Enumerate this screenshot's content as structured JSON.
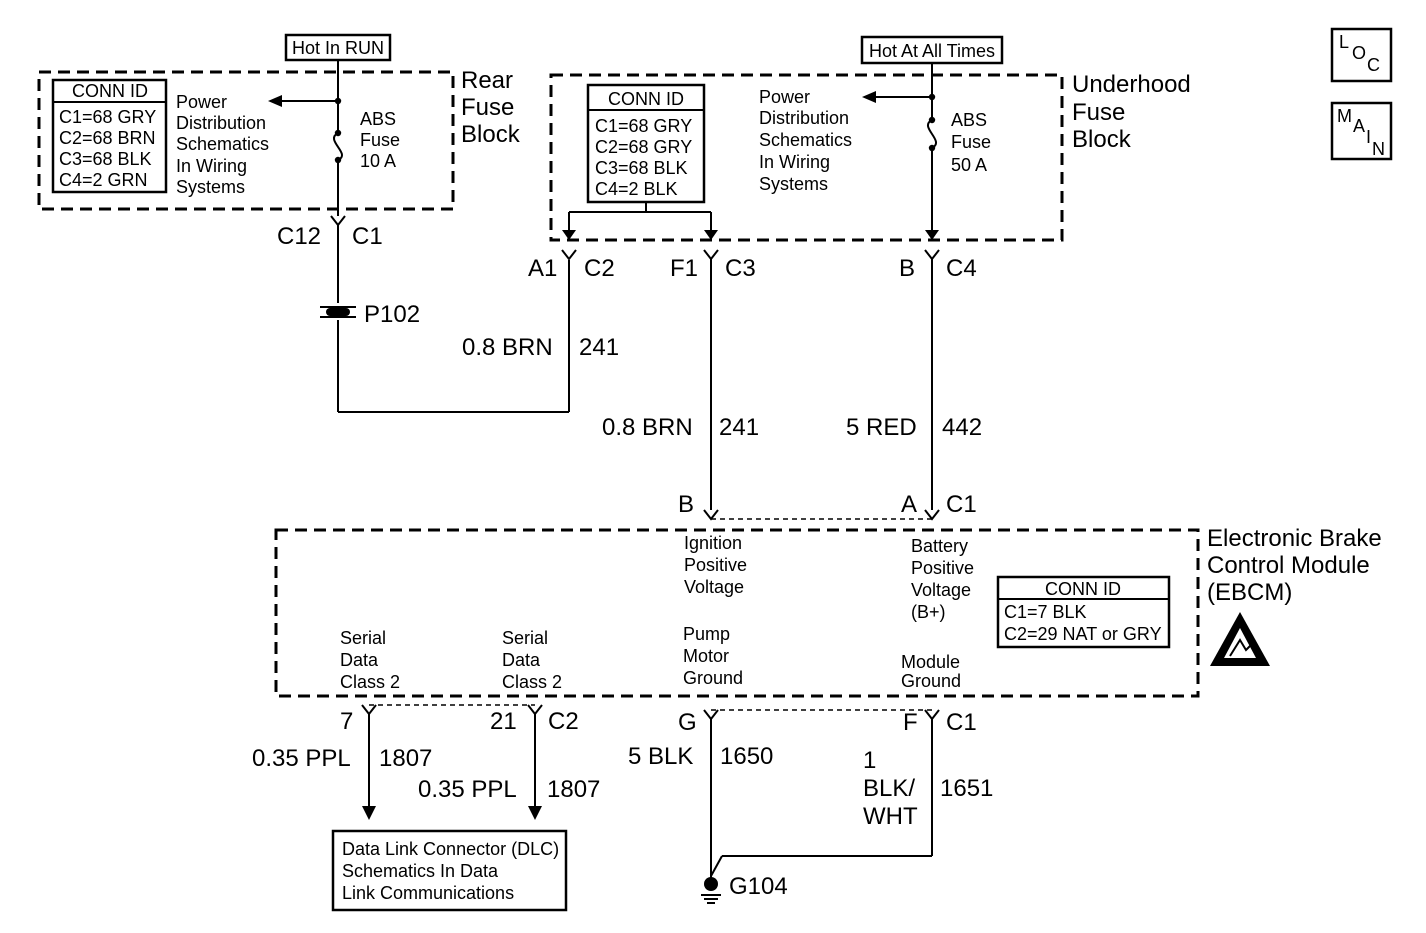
{
  "hot_in_run": "Hot In RUN",
  "hot_at_all_times": "Hot At All Times",
  "rear_fuse_block": {
    "title": [
      "Rear",
      "Fuse",
      "Block"
    ],
    "conn_id": {
      "header": "CONN ID",
      "rows": [
        "C1=68 GRY",
        "C2=68 BRN",
        "C3=68 BLK",
        "C4=2 GRN"
      ]
    },
    "power_dist": [
      "Power",
      "Distribution",
      "Schematics",
      "In Wiring",
      "Systems"
    ],
    "fuse": [
      "ABS",
      "Fuse",
      "10 A"
    ]
  },
  "underhood_fuse_block": {
    "title": [
      "Underhood",
      "Fuse",
      "Block"
    ],
    "conn_id": {
      "header": "CONN ID",
      "rows": [
        "C1=68 GRY",
        "C2=68 GRY",
        "C3=68 BLK",
        "C4=2 BLK"
      ]
    },
    "power_dist": [
      "Power",
      "Distribution",
      "Schematics",
      "In Wiring",
      "Systems"
    ],
    "fuse": [
      "ABS",
      "Fuse",
      "50 A"
    ]
  },
  "connectors": {
    "rear_pin": "C12",
    "rear_conn": "C1",
    "splice": "P102",
    "a1": "A1",
    "c2": "C2",
    "f1": "F1",
    "c3": "C3",
    "b": "B",
    "c4": "C4",
    "ebcm_b": "B",
    "ebcm_a": "A",
    "ebcm_c1": "C1",
    "pin7": "7",
    "pin21": "21",
    "ebcm_c2": "C2",
    "pin_g": "G",
    "pin_f": "F",
    "ebcm_c1b": "C1"
  },
  "wires": {
    "w1_size": "0.8 BRN",
    "w1_circuit": "241",
    "w2_size": "0.8 BRN",
    "w2_circuit": "241",
    "w3_size": "5 RED",
    "w3_circuit": "442",
    "w4_size": "0.35 PPL",
    "w4_circuit": "1807",
    "w5_size": "0.35 PPL",
    "w5_circuit": "1807",
    "w6_size": "5 BLK",
    "w6_circuit": "1650",
    "w7_size": [
      "1",
      "BLK/",
      "WHT"
    ],
    "w7_circuit": "1651"
  },
  "ebcm": {
    "title": [
      "Electronic Brake",
      "Control Module",
      "(EBCM)"
    ],
    "ignition": [
      "Ignition",
      "Positive",
      "Voltage"
    ],
    "battery": [
      "Battery",
      "Positive",
      "Voltage",
      "(B+)"
    ],
    "serial1": [
      "Serial",
      "Data",
      "Class 2"
    ],
    "serial2": [
      "Serial",
      "Data",
      "Class 2"
    ],
    "pump": [
      "Pump",
      "Motor",
      "Ground"
    ],
    "module_ground": [
      "Module",
      "Ground"
    ],
    "conn_id": {
      "header": "CONN ID",
      "rows": [
        "C1=7 BLK",
        "C2=29 NAT or GRY"
      ]
    }
  },
  "dlc": [
    "Data Link Connector (DLC)",
    "Schematics In Data",
    "Link Communications"
  ],
  "ground": "G104",
  "loc_letters": [
    "L",
    "O",
    "C"
  ],
  "main_letters": [
    "M",
    "A",
    "I",
    "N"
  ]
}
